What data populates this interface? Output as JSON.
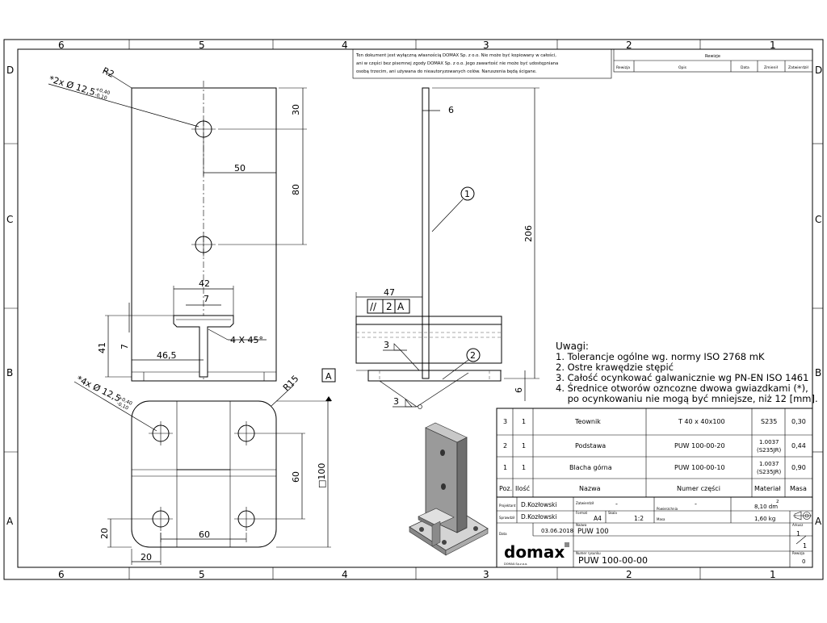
{
  "border": {
    "cols_top": [
      "6",
      "5",
      "4",
      "3",
      "2",
      "1"
    ],
    "cols_bottom": [
      "6",
      "5",
      "4",
      "3",
      "2",
      "1"
    ],
    "rows": [
      "D",
      "C",
      "B",
      "A"
    ]
  },
  "notice": {
    "lines": [
      "Ten dokument jest wyłączną własnością DOMAX Sp. z o.o. Nie może być kopiowany w całości,",
      "ani w części bez pisemnej zgody DOMAX Sp. z o.o. Jego zawartość nie może być udostępniana",
      "osobą trzecim, ani używana do nieautoryzowanych celów. Naruszenia będą ścigane."
    ]
  },
  "revision": {
    "title": "Rewizje",
    "headers": [
      "Rewizja",
      "Opis",
      "Data",
      "Zmienił",
      "Zatwierdził"
    ]
  },
  "views": {
    "top": {
      "r2": "R2",
      "hole2": "*2x Ø 12,5",
      "hole2_tol_up": "+0,40",
      "hole2_tol_dn": "-0,10",
      "d30": "30",
      "d50": "50",
      "d80": "80",
      "d42": "42",
      "d7h": "7",
      "d41": "41",
      "d7v": "7",
      "d465": "46,5",
      "chamfer": "4 X 45°"
    },
    "side": {
      "d6": "6",
      "d47": "47",
      "d206": "206",
      "d6b": "6",
      "balloon1": "1",
      "balloon2": "2",
      "tol_sym": "//",
      "tol_val": "2",
      "tol_ref": "A",
      "weld_a": "3",
      "weld_b": "3"
    },
    "base": {
      "datum": "A",
      "hole4": "*4x Ø 12,5",
      "hole4_tol_up": "+0,40",
      "hole4_tol_dn": "-0,10",
      "r15": "R15",
      "d100": "□100",
      "d60v": "60",
      "d60h": "60",
      "d20v": "20",
      "d20h": "20"
    }
  },
  "notes": {
    "title": "Uwagi:",
    "items": [
      "1. Tolerancje ogólne wg. normy ISO 2768  mK",
      "2. Ostre krawędzie stępić",
      "3. Całość ocynkować galwanicznie wg PN-EN ISO 1461",
      "4. Średnice otworów ozncozne dwowa gwiazdkami (*),",
      "    po ocynkowaniu nie mogą być mniejsze, niż 12 [mm]."
    ]
  },
  "bom": {
    "headers": [
      "Poz.",
      "Ilość",
      "Nazwa",
      "Numer części",
      "Materiał",
      "Masa"
    ],
    "rows": [
      {
        "poz": "3",
        "qty": "1",
        "name": "Teownik",
        "part": "T 40 x 40x100",
        "mat1": "S235",
        "mat2": "",
        "mass": "0,30"
      },
      {
        "poz": "2",
        "qty": "1",
        "name": "Podstawa",
        "part": "PUW 100-00-20",
        "mat1": "1.0037",
        "mat2": "(S235JR)",
        "mass": "0,44"
      },
      {
        "poz": "1",
        "qty": "1",
        "name": "Blacha górna",
        "part": "PUW 100-00-10",
        "mat1": "1.0037",
        "mat2": "(S235JR)",
        "mass": "0,90"
      }
    ]
  },
  "titleblock": {
    "designer": "D.Kozłowski",
    "checker": "D.Kozłowski",
    "dash1": "-",
    "dash2": "-",
    "format": "A4",
    "scale": "1:2",
    "area": "8,10 dm",
    "area_exp": "2",
    "weight": "1,60 kg",
    "date": "03.06.2018",
    "name": "PUW 100",
    "company": "domax",
    "website": "DOMAX.Sp.z.o.o.",
    "drawing_no": "PUW 100-00-00",
    "sheet": "1",
    "sheets": "1",
    "rev": "0",
    "lbl_projektant": "Projektant",
    "lbl_sprawdzil": "Sprawdził",
    "lbl_zatwierdzil": "Zatwierdził",
    "lbl_data": "Data",
    "lbl_format": "Format",
    "lbl_skala": "Skala",
    "lbl_powierzchnia": "Powierzchnia",
    "lbl_masa": "Masa",
    "lbl_nazwa": "Nazwa",
    "lbl_numer": "Numer rysunku",
    "lbl_arkusz": "Arkusz",
    "lbl_rewizja": "Rewizja"
  },
  "colors": {
    "line": "#000000",
    "part_shade": "#9a9a9a"
  }
}
